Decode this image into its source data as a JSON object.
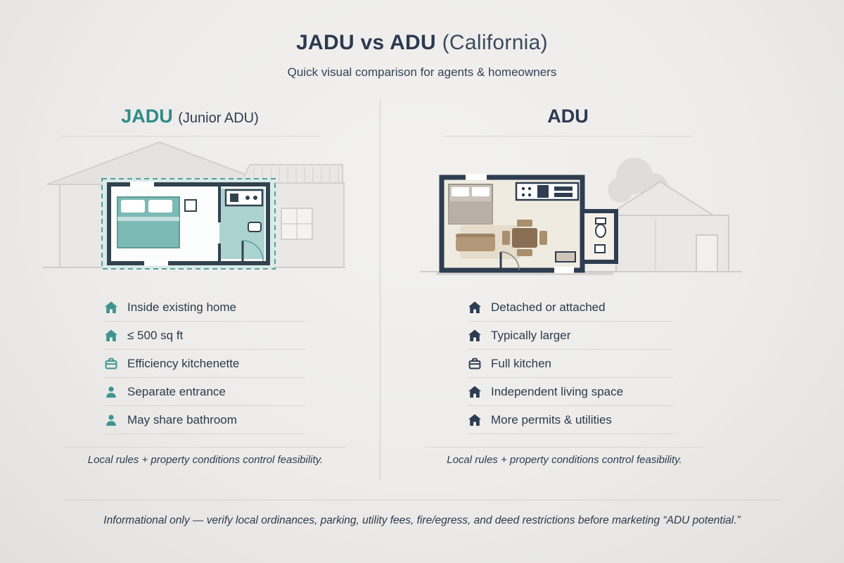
{
  "header": {
    "title_main": "JADU vs ADU",
    "title_suffix": "(California)",
    "subtitle": "Quick visual comparison for agents & homeowners"
  },
  "left": {
    "heading_main": "JADU",
    "heading_suffix": "(Junior ADU)",
    "features": [
      {
        "icon": "house-icon",
        "label": "Inside existing home"
      },
      {
        "icon": "house-icon",
        "label": "≤ 500 sq ft"
      },
      {
        "icon": "kitchen-icon",
        "label": "Efficiency kitchenette"
      },
      {
        "icon": "person-icon",
        "label": "Separate entrance"
      },
      {
        "icon": "person-icon",
        "label": "May share bathroom"
      }
    ],
    "footnote": "Local rules + property conditions control feasibility."
  },
  "right": {
    "heading_main": "ADU",
    "features": [
      {
        "icon": "house-icon",
        "label": "Detached or attached"
      },
      {
        "icon": "house-icon",
        "label": "Typically larger"
      },
      {
        "icon": "kitchen-icon",
        "label": "Full kitchen"
      },
      {
        "icon": "house-icon",
        "label": "Independent living space"
      },
      {
        "icon": "house-icon",
        "label": "More permits & utilities"
      }
    ],
    "footnote": "Local rules + property conditions control feasibility."
  },
  "disclaimer": "Informational only — verify local ordinances, parking, utility fees, fire/egress, and deed restrictions before marketing “ADU potential.”",
  "colors": {
    "accent_teal": "#2f8b87",
    "navy": "#2e3d51",
    "background": "#edecea"
  }
}
